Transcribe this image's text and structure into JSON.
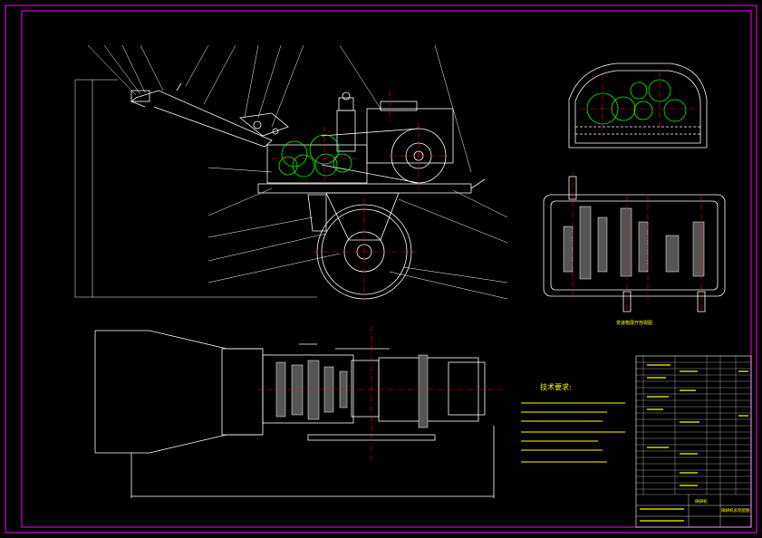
{
  "colors": {
    "background": "#000000",
    "outer_border": "#ff00ff",
    "line_white": "#ffffff",
    "centerline": "#ff0000",
    "gear": "#00ff00",
    "text": "#ffff00"
  },
  "technical_requirements": {
    "title": "技术要求:",
    "lines": [
      "1. 装配前所有零件须清洗干净，去除毛刺。",
      "2. 齿轮啮合良好，转动灵活，无卡滞现象。",
      "3. 各密封处不得渗漏润滑油。",
      "4. 装配后进行空载试运转。",
      "5. 变速箱内加注润滑油至规定油位。",
      "6. 外露表面涂防锈漆。"
    ]
  },
  "section_label": "变速箱展开剖视图",
  "title_block": {
    "name": "微耕机",
    "drawing_title": "微耕机总装配图"
  }
}
